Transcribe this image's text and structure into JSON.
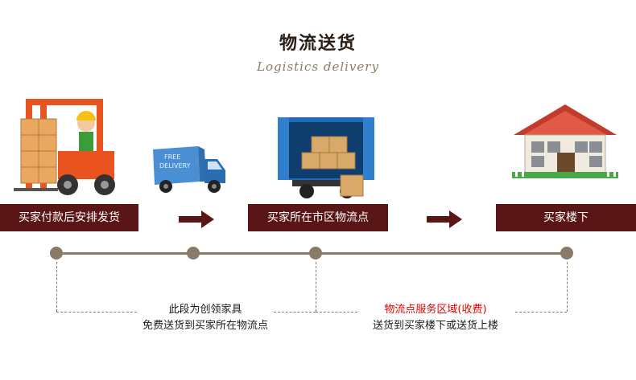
{
  "title": "物流送货",
  "subtitle_script": "Logistics delivery",
  "truck_text": [
    "FREE",
    "DELIVERY"
  ],
  "steps": [
    {
      "label": "买家付款后安排发货"
    },
    {
      "label": "买家所在市区物流点"
    },
    {
      "label": "买家楼下"
    }
  ],
  "notes": {
    "left": {
      "line1": "此段为创领家具",
      "line2": "免费送货到买家所在物流点"
    },
    "right": {
      "line1": "物流点服务区域(收费)",
      "line2": "送货到买家楼下或送货上楼"
    }
  },
  "colors": {
    "banner": "#5a1616",
    "timeline": "#8a7a68",
    "highlight": "#e60000"
  }
}
